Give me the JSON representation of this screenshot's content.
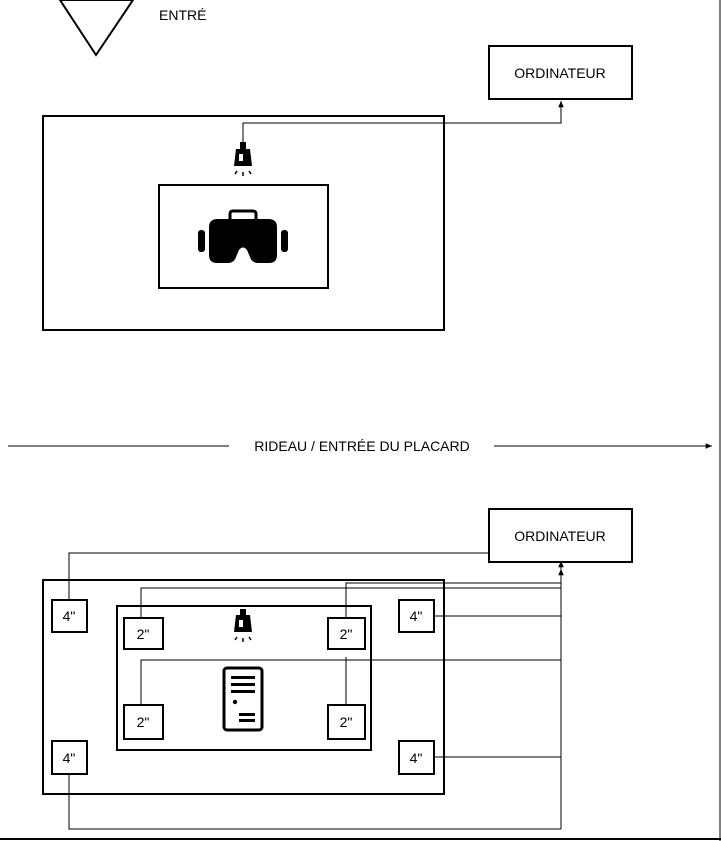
{
  "entry": {
    "label": "ENTRÉ"
  },
  "top_section": {
    "computer_label": "ORDINATEUR"
  },
  "divider": {
    "label": "RIDEAU / ENTRÉE DU PLACARD"
  },
  "bottom_section": {
    "computer_label": "ORDINATEUR",
    "inner_speakers": [
      "2\"",
      "2\"",
      "2\"",
      "2\""
    ],
    "outer_speakers": [
      "4\"",
      "4\"",
      "4\"",
      "4\""
    ]
  }
}
